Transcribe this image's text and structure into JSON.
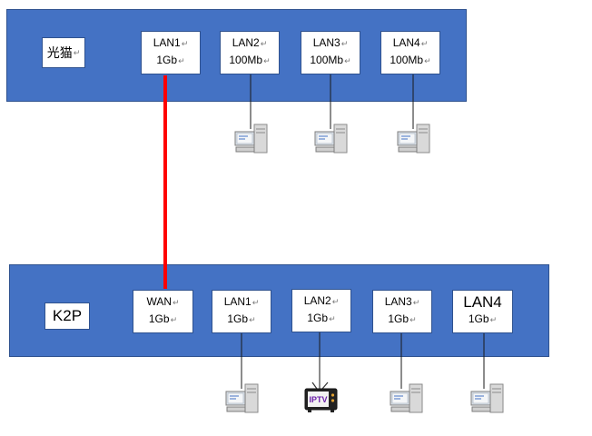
{
  "colors": {
    "panel": "#4472c4",
    "link": "#ff0000",
    "line": "#1a1a1a"
  },
  "paragraph_mark": "↵",
  "modem": {
    "label": "光猫",
    "ports": [
      {
        "name": "LAN1",
        "speed": "1Gb"
      },
      {
        "name": "LAN2",
        "speed": "100Mb"
      },
      {
        "name": "LAN3",
        "speed": "100Mb"
      },
      {
        "name": "LAN4",
        "speed": "100Mb"
      }
    ]
  },
  "router": {
    "label": "K2P",
    "ports": [
      {
        "name": "WAN",
        "speed": "1Gb"
      },
      {
        "name": "LAN1",
        "speed": "1Gb"
      },
      {
        "name": "LAN2",
        "speed": "1Gb"
      },
      {
        "name": "LAN3",
        "speed": "1Gb"
      },
      {
        "name": "LAN4",
        "speed": "1Gb"
      }
    ]
  },
  "devices": {
    "iptv_label": "IPTV",
    "icons": [
      "computer-icon",
      "tv-icon"
    ]
  }
}
